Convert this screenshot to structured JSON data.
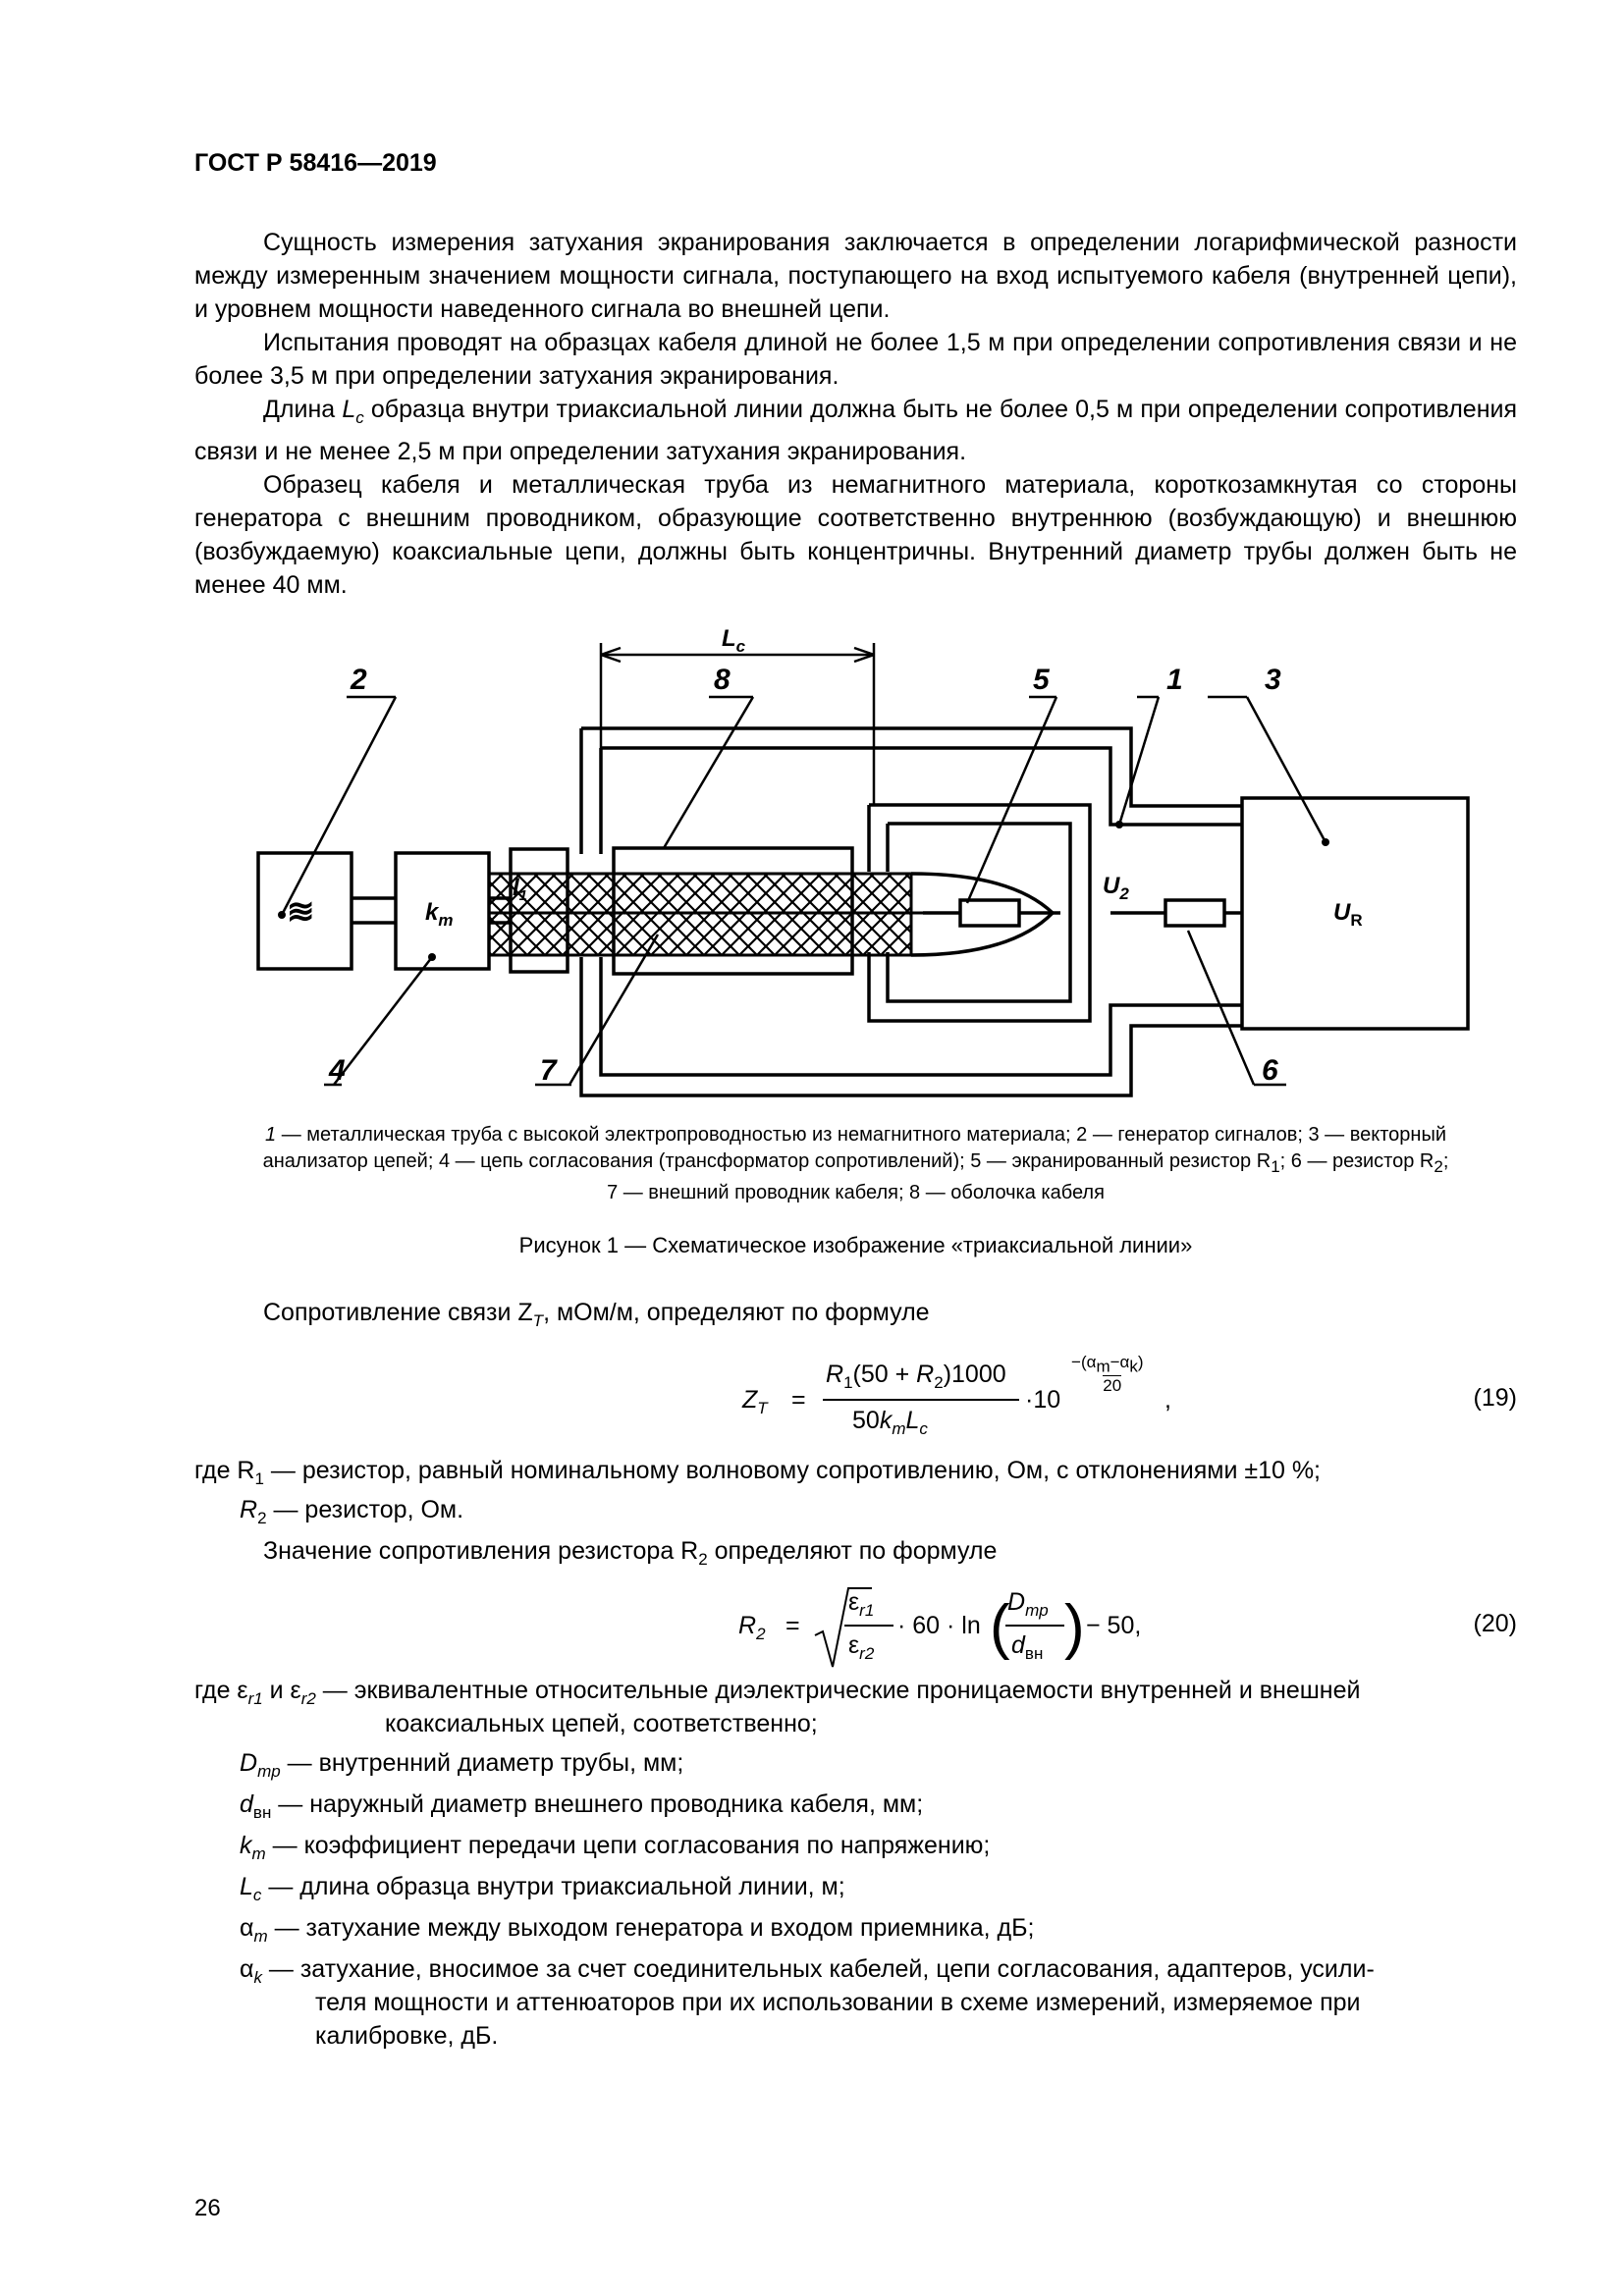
{
  "header": "ГОСТ Р 58416—2019",
  "paragraphs": [
    "Сущность измерения затухания экранирования заключается в определении логарифмической разности между измеренным значением мощности сигнала, поступающего на вход испытуемого кабеля (внутренней цепи), и уровнем мощности наведенного сигнала во внешней цепи.",
    "Испытания проводят на образцах кабеля длиной не более 1,5 м при определении сопротивления связи и не более 3,5 м при определении затухания экранирования.",
    "образца внутри триаксиальной линии должна быть не более 0,5 м при определении сопротивления связи и не менее 2,5 м при определении затухания экранирования.",
    "Образец кабеля и металлическая труба из немагнитного материала, короткозамкнутая со стороны генератора с внешним проводником, образующие соответственно внутреннюю (возбуждающую) и внешнюю (возбуждаемую) коаксиальные цепи, должны быть концентричны. Внутренний диаметр трубы должен быть не менее 40 мм."
  ],
  "para3_prefix": "Длина",
  "figure": {
    "labels": {
      "n1": "1",
      "n2": "2",
      "n3": "3",
      "n4": "4",
      "n5": "5",
      "n6": "6",
      "n7": "7",
      "n8": "8",
      "lc": "L",
      "lc_sub": "c",
      "km": "k",
      "km_sub": "m",
      "u2": "U",
      "u2_sub": "2",
      "ur": "U",
      "ur_sub": "R",
      "l1": "l",
      "l1_sub": "1",
      "gen_symbol": "≋"
    },
    "caption_line1": "— металлическая труба с высокой электропроводностью из немагнитного материала; 2 — генератор сигналов; 3 — векторный",
    "caption_line2": "анализатор цепей; 4 — цепь согласования (трансформатор сопротивлений); 5 — экранированный резистор R",
    "caption_line2b": "; 6 — резистор R",
    "caption_line3": "7 — внешний проводник кабеля; 8 — оболочка кабеля",
    "title": "Рисунок 1 — Схематическое изображение «триаксиальной линии»"
  },
  "zt_intro": "Сопротивление связи Z",
  "zt_intro_sub": "T",
  "zt_intro_rest": ", мОм/м, определяют по формуле",
  "formula19_number": "(19)",
  "formula20_number": "(20)",
  "where_r1": "где R",
  "where_r1_text": " — резистор, равный номинальному волновому сопротивлению, Ом, с отклонениями ±10 %;",
  "where_r2_text": " — резистор, Ом.",
  "r2_intro": "Значение сопротивления резистора R",
  "r2_intro_rest": " определяют по формуле",
  "defs": {
    "eps": " — эквивалентные относительные диэлектрические проницаемости внутренней и внешней",
    "eps_cont": "коаксиальных цепей, соответственно;",
    "dmp": " — внутренний диаметр трубы, мм;",
    "dvn": " — наружный диаметр внешнего проводника кабеля, мм;",
    "km": " — коэффициент передачи цепи согласования по напряжению;",
    "lc": " — длина образца внутри триаксиальной линии, м;",
    "am": " — затухание между выходом генератора и входом приемника, дБ;",
    "ak": " — затухание, вносимое за счет соединительных кабелей, цепи согласования, адаптеров, усили-",
    "ak_cont1": "теля мощности и аттенюаторов при их использовании в схеме измерений, измеряемое при",
    "ak_cont2": "калибровке, дБ."
  },
  "page_number": "26"
}
